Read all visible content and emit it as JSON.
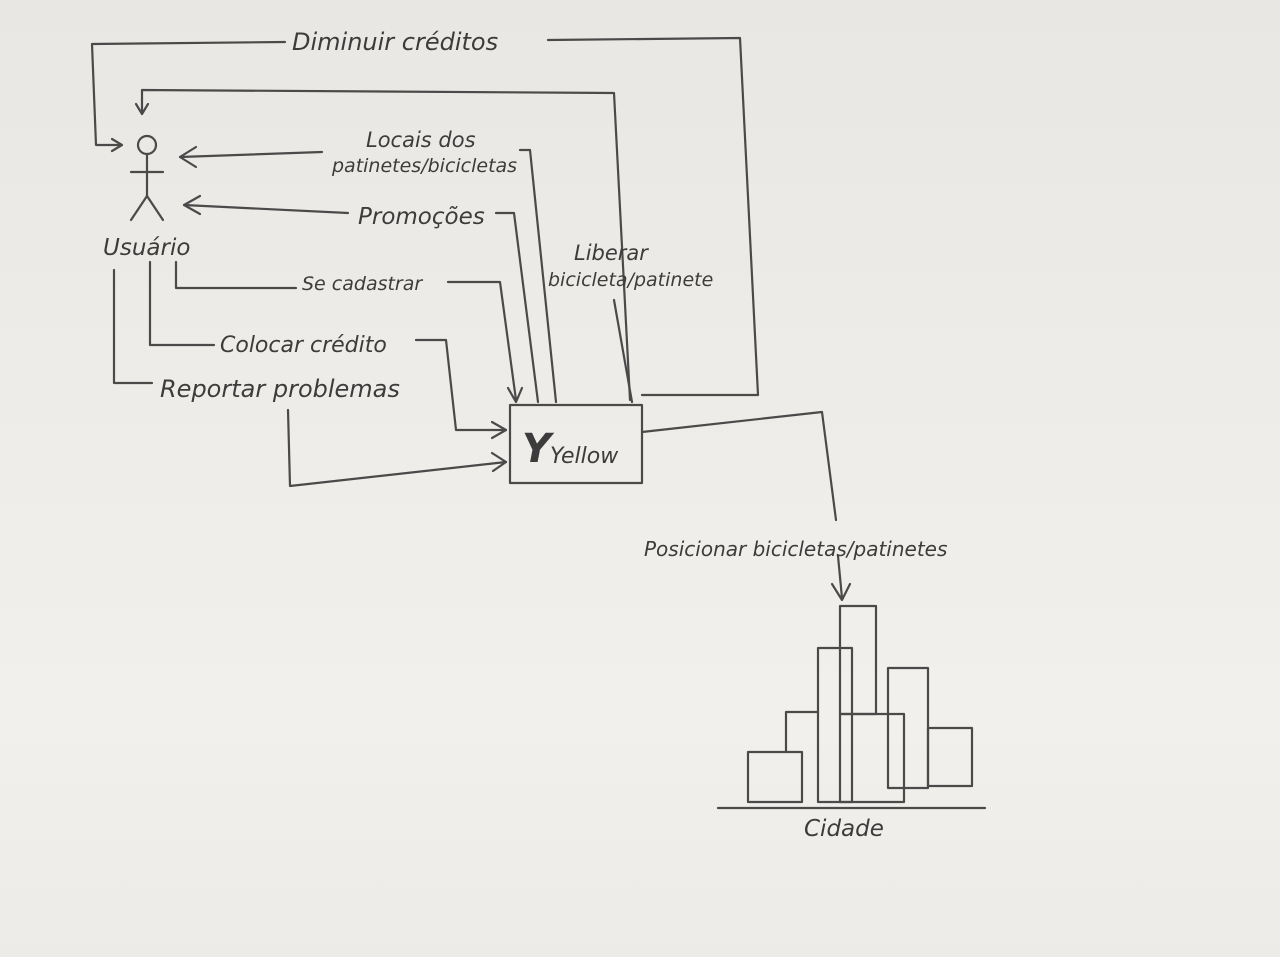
{
  "actor": {
    "name": "Usuário"
  },
  "system": {
    "name": "Yellow",
    "logo_letter": "Y"
  },
  "city": {
    "name": "Cidade"
  },
  "flows": {
    "diminuir_creditos": "Diminuir créditos",
    "locais_line1": "Locais dos",
    "locais_line2": "patinetes/bicicletas",
    "promocoes": "Promoções",
    "liberar_line1": "Liberar",
    "liberar_line2": "bicicleta/patinete",
    "se_cadastrar": "Se cadastrar",
    "colocar_credito": "Colocar crédito",
    "reportar_problemas": "Reportar problemas",
    "posicionar": "Posicionar bicicletas/patinetes"
  }
}
